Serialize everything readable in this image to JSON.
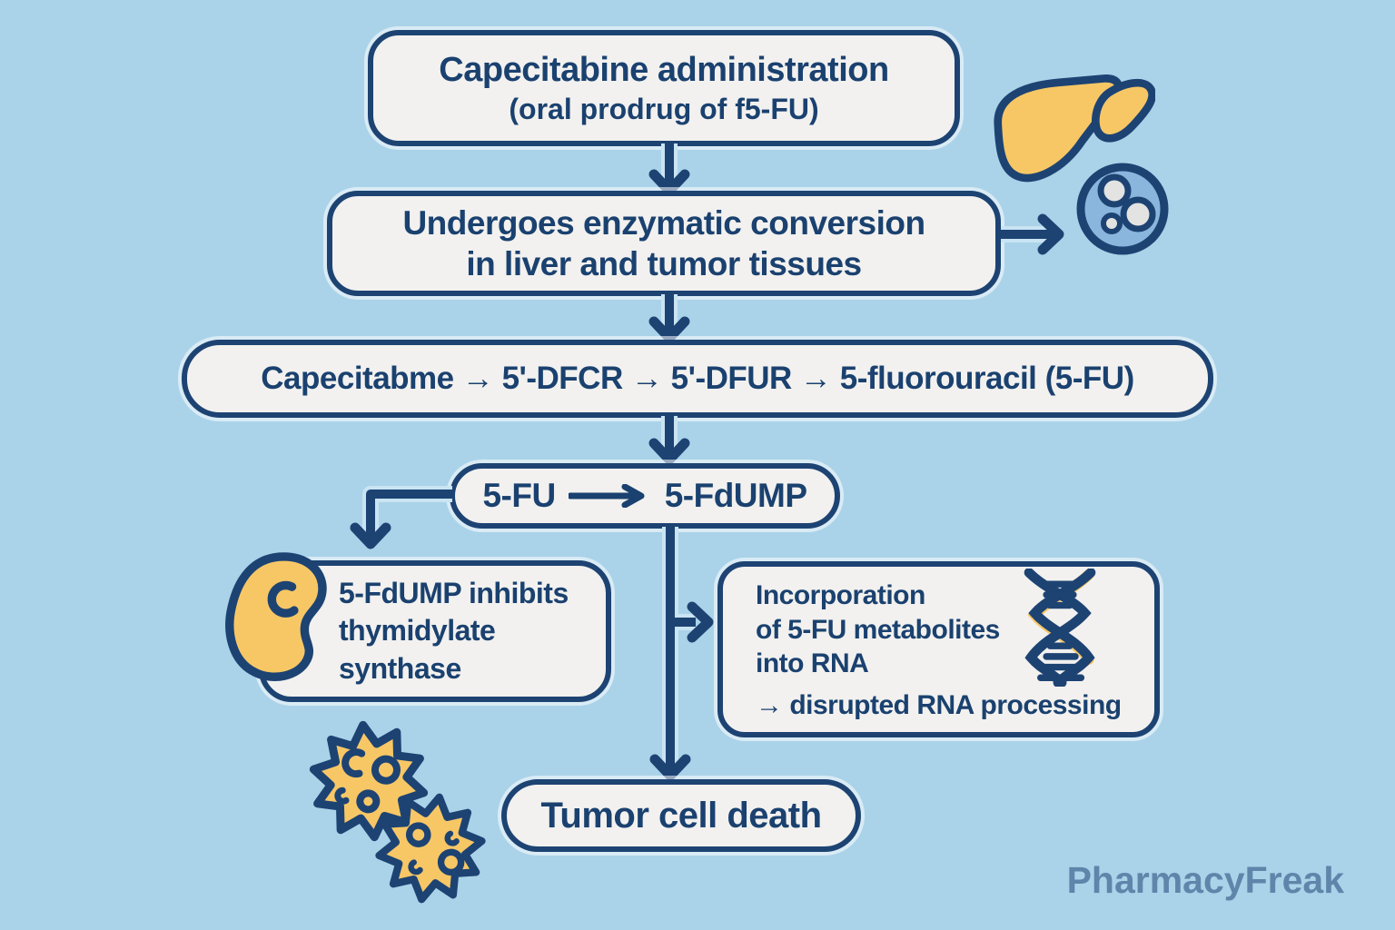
{
  "colors": {
    "background": "#aad3e9",
    "box_fill": "#f2f1ef",
    "outline_navy": "#1d4373",
    "text_navy": "#1a416f",
    "accent_yellow": "#f7c766",
    "cell_blue": "#8ab6dd",
    "inner_circle_gray": "#e3e3e1",
    "watermark_blue": "#5e86aa"
  },
  "flowchart": {
    "admin_box": {
      "title": "Capecitabine administration",
      "subtitle": "(oral prodrug of f5-FU)"
    },
    "conversion_box": {
      "lines": [
        "Undergoes enzymatic conversion",
        "in liver and tumor tissues"
      ]
    },
    "pathway_box": {
      "text": "Capecitabme → 5'-DFCR → 5'-DFUR → 5-fluorouracil (5-FU)"
    },
    "fdump_box": {
      "left": "5-FU",
      "right": "5-FdUMP"
    },
    "inhibit_box": {
      "lines": [
        "5-FdUMP inhibits",
        "thymidylate",
        "synthase"
      ]
    },
    "rna_box": {
      "lines": [
        "Incorporation",
        "of 5-FU metabolites",
        "into RNA",
        "→ disrupted RNA processing"
      ]
    },
    "death_box": {
      "title": "Tumor cell death"
    }
  },
  "icons": {
    "liver": "liver-icon",
    "cell": "cell-icon",
    "enzyme": "enzyme-bean-icon",
    "dna": "dna-helix-icon",
    "tumor_cells": "tumor-cells-icon",
    "long_arrow": "long-right-arrow-icon"
  },
  "watermark": "PharmacyFreak"
}
